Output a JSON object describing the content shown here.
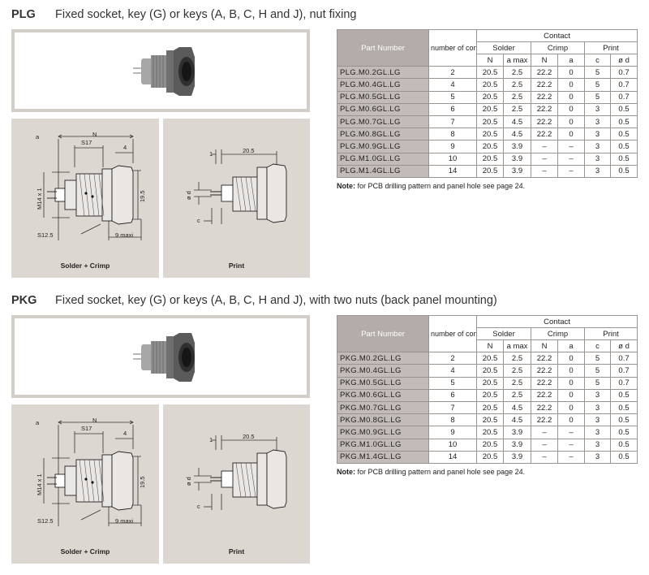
{
  "columns": {
    "part_number": "Part Number",
    "number_of_contacts": "number of contacts",
    "contact": "Contact",
    "solder": "Solder",
    "crimp": "Crimp",
    "print": "Print",
    "sub": [
      "N",
      "a max",
      "N",
      "a",
      "c",
      "ø d"
    ]
  },
  "sections": [
    {
      "code": "PLG",
      "title": "Fixed socket, key (G) or keys (A, B, C, H and J), nut fixing",
      "note_label": "Note:",
      "note_text": " for PCB drilling pattern and panel hole see page 24.",
      "captions": {
        "left": "Solder + Crimp",
        "right": "Print"
      },
      "dims": {
        "a": "a",
        "N": "N",
        "S17": "S17",
        "four": "4",
        "one": "1",
        "twenty": "20.5",
        "m14": "M14 x 1",
        "h": "19.5",
        "s12": "S12.5",
        "maxi": "9 maxi",
        "od": "ø d",
        "c": "c"
      },
      "rows": [
        [
          "PLG.M0.2GL.LG",
          "2",
          "20.5",
          "2.5",
          "22.2",
          "0",
          "5",
          "0.7"
        ],
        [
          "PLG.M0.4GL.LG",
          "4",
          "20.5",
          "2.5",
          "22.2",
          "0",
          "5",
          "0.7"
        ],
        [
          "PLG.M0.5GL.LG",
          "5",
          "20.5",
          "2.5",
          "22.2",
          "0",
          "5",
          "0.7"
        ],
        [
          "PLG.M0.6GL.LG",
          "6",
          "20.5",
          "2.5",
          "22.2",
          "0",
          "3",
          "0.5"
        ],
        [
          "PLG.M0.7GL.LG",
          "7",
          "20.5",
          "4.5",
          "22.2",
          "0",
          "3",
          "0.5"
        ],
        [
          "PLG.M0.8GL.LG",
          "8",
          "20.5",
          "4.5",
          "22.2",
          "0",
          "3",
          "0.5"
        ],
        [
          "PLG.M0.9GL.LG",
          "9",
          "20.5",
          "3.9",
          "–",
          "–",
          "3",
          "0.5"
        ],
        [
          "PLG.M1.0GL.LG",
          "10",
          "20.5",
          "3.9",
          "–",
          "–",
          "3",
          "0.5"
        ],
        [
          "PLG.M1.4GL.LG",
          "14",
          "20.5",
          "3.9",
          "–",
          "–",
          "3",
          "0.5"
        ]
      ]
    },
    {
      "code": "PKG",
      "title": "Fixed socket, key (G) or keys (A, B, C, H and J), with two nuts (back panel mounting)",
      "note_label": "Note:",
      "note_text": " for PCB drilling pattern and panel hole see page 24.",
      "captions": {
        "left": "Solder + Crimp",
        "right": "Print"
      },
      "dims": {
        "a": "a",
        "N": "N",
        "S17": "S17",
        "four": "4",
        "one": "1",
        "twenty": "20.5",
        "m14": "M14 x 1",
        "h": "19.5",
        "s12": "S12.5",
        "maxi": "9 maxi",
        "od": "ø d",
        "c": "c"
      },
      "rows": [
        [
          "PKG.M0.2GL.LG",
          "2",
          "20.5",
          "2.5",
          "22.2",
          "0",
          "5",
          "0.7"
        ],
        [
          "PKG.M0.4GL.LG",
          "4",
          "20.5",
          "2.5",
          "22.2",
          "0",
          "5",
          "0.7"
        ],
        [
          "PKG.M0.5GL.LG",
          "5",
          "20.5",
          "2.5",
          "22.2",
          "0",
          "5",
          "0.7"
        ],
        [
          "PKG.M0.6GL.LG",
          "6",
          "20.5",
          "2.5",
          "22.2",
          "0",
          "3",
          "0.5"
        ],
        [
          "PKG.M0.7GL.LG",
          "7",
          "20.5",
          "4.5",
          "22.2",
          "0",
          "3",
          "0.5"
        ],
        [
          "PKG.M0.8GL.LG",
          "8",
          "20.5",
          "4.5",
          "22.2",
          "0",
          "3",
          "0.5"
        ],
        [
          "PKG.M0.9GL.LG",
          "9",
          "20.5",
          "3.9",
          "–",
          "–",
          "3",
          "0.5"
        ],
        [
          "PKG.M1.0GL.LG",
          "10",
          "20.5",
          "3.9",
          "–",
          "–",
          "3",
          "0.5"
        ],
        [
          "PKG.M1.4GL.LG",
          "14",
          "20.5",
          "3.9",
          "–",
          "–",
          "3",
          "0.5"
        ]
      ]
    }
  ]
}
